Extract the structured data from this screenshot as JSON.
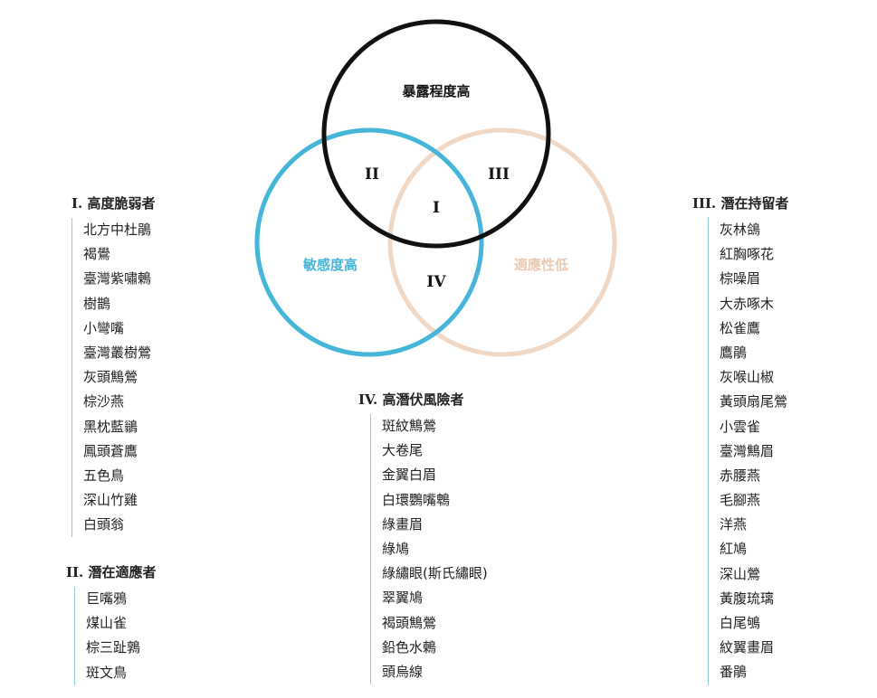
{
  "venn": {
    "top_label": "暴露程度高",
    "left_label": "敏感度高",
    "right_label": "適應性低",
    "region_top_left": "II",
    "region_top_right": "III",
    "region_center": "I",
    "region_bottom": "IV",
    "colors": {
      "exposure": "#111111",
      "sensitivity": "#45b6d9",
      "adaptability": "#f0d8c5"
    }
  },
  "groups": {
    "g1": {
      "numeral": "I.",
      "title": "高度脆弱者",
      "items": [
        "北方中杜鵑",
        "褐鷽",
        "臺灣紫嘯鶇",
        "樹鵲",
        "小彎嘴",
        "臺灣叢樹鶯",
        "灰頭鷦鶯",
        "棕沙燕",
        "黑枕藍鶲",
        "鳳頭蒼鷹",
        "五色鳥",
        "深山竹雞",
        "白頭翁"
      ]
    },
    "g2": {
      "numeral": "II.",
      "title": "潛在適應者",
      "items": [
        "巨嘴鴉",
        "煤山雀",
        "棕三趾鶉",
        "斑文鳥"
      ]
    },
    "g3": {
      "numeral": "III.",
      "title": "潛在持留者",
      "items": [
        "灰林鴿",
        "紅胸啄花",
        "棕噪眉",
        "大赤啄木",
        "松雀鷹",
        "鷹鵑",
        "灰喉山椒",
        "黃頭扇尾鶯",
        "小雲雀",
        "臺灣鷦眉",
        "赤腰燕",
        "毛腳燕",
        "洋燕",
        "紅鳩",
        "深山鶯",
        "黃腹琉璃",
        "白尾鴝",
        "紋翼畫眉",
        "番鵑"
      ]
    },
    "g4": {
      "numeral": "IV.",
      "title": "高潛伏風險者",
      "items": [
        "斑紋鷦鶯",
        "大卷尾",
        "金翼白眉",
        "白環鸚嘴鵯",
        "綠畫眉",
        "綠鳩",
        "綠繡眼(斯氏繡眼)",
        "翠翼鳩",
        "褐頭鷦鶯",
        "鉛色水鶇",
        "頭烏線"
      ]
    }
  }
}
